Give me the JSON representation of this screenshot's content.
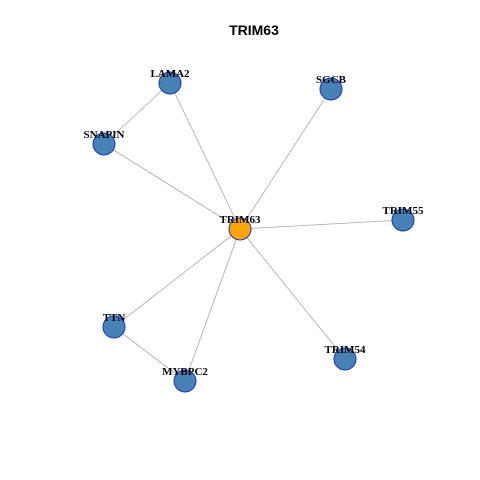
{
  "title": "TRIM63",
  "colors": {
    "hub_fill": "#FFA500",
    "node_fill": "#4682B4",
    "node_border": "#1A33CC",
    "edge": "#A8A8A8"
  },
  "nodes": [
    {
      "id": "TRIM63",
      "label": "TRIM63",
      "hub": true
    },
    {
      "id": "LAMA2",
      "label": "LAMA2",
      "hub": false
    },
    {
      "id": "SGCB",
      "label": "SGCB",
      "hub": false
    },
    {
      "id": "SNAPIN",
      "label": "SNAPIN",
      "hub": false
    },
    {
      "id": "TRIM55",
      "label": "TRIM55",
      "hub": false
    },
    {
      "id": "TTN",
      "label": "TTN",
      "hub": false
    },
    {
      "id": "TRIM54",
      "label": "TRIM54",
      "hub": false
    },
    {
      "id": "MYBPC2",
      "label": "MYBPC2",
      "hub": false
    }
  ],
  "edges": [
    {
      "source": "TRIM63",
      "target": "LAMA2"
    },
    {
      "source": "TRIM63",
      "target": "SGCB"
    },
    {
      "source": "TRIM63",
      "target": "SNAPIN"
    },
    {
      "source": "TRIM63",
      "target": "TRIM55"
    },
    {
      "source": "TRIM63",
      "target": "TTN"
    },
    {
      "source": "TRIM63",
      "target": "TRIM54"
    },
    {
      "source": "TRIM63",
      "target": "MYBPC2"
    },
    {
      "source": "LAMA2",
      "target": "SNAPIN"
    },
    {
      "source": "TTN",
      "target": "MYBPC2"
    }
  ]
}
